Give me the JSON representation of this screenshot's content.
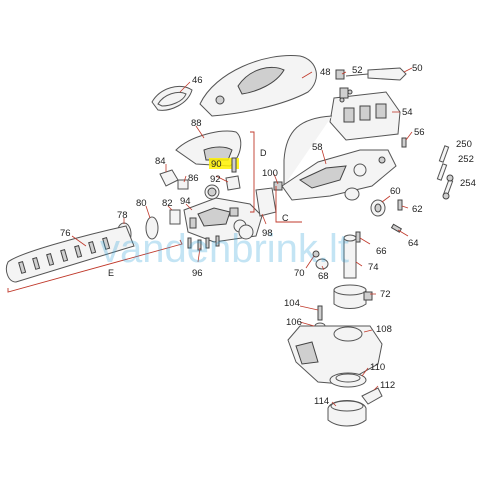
{
  "diagram": {
    "watermark": "vandenbrink.lt",
    "colors": {
      "leader": "#c0392b",
      "highlight": "#fff200",
      "watermark": "#2a9fd8"
    },
    "callouts": {
      "c46": "46",
      "c48": "48",
      "c52": "52",
      "c50": "50",
      "c54": "54",
      "c88": "88",
      "c90": "90",
      "c84": "84",
      "c86": "86",
      "c92": "92",
      "cD": "D",
      "c56": "56",
      "c250": "250",
      "c252": "252",
      "c254": "254",
      "c58": "58",
      "c100": "100",
      "c60": "60",
      "c62": "62",
      "c76": "76",
      "c78": "78",
      "c80": "80",
      "c82": "82",
      "c94": "94",
      "cE": "E",
      "c96": "96",
      "c98": "98",
      "cC": "C",
      "c64": "64",
      "c66": "66",
      "c70": "70",
      "c68": "68",
      "c74": "74",
      "c72": "72",
      "c104": "104",
      "c106": "106",
      "c108": "108",
      "c110": "110",
      "c112": "112",
      "c114": "114"
    }
  }
}
